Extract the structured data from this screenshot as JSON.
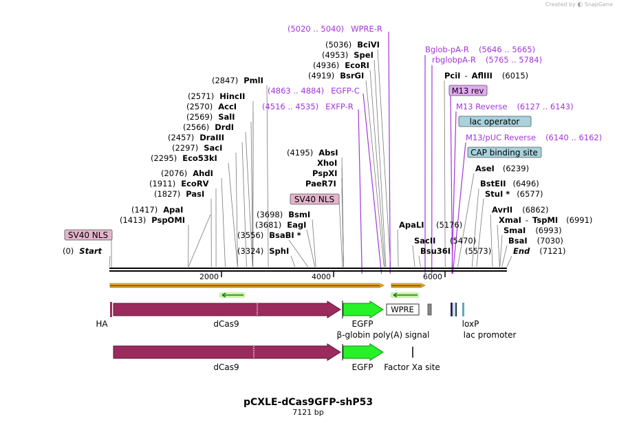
{
  "credit": {
    "prefix": "Created by",
    "logo_text": "SnapGene"
  },
  "map": {
    "title": "pCXLE-dCas9GFP-shP53",
    "subtitle": "7121 bp"
  },
  "ruler": {
    "total_bp": 7121,
    "tick_labels": [
      "2000",
      "4000",
      "6000"
    ],
    "tick_positions": [
      2000,
      4000,
      6000
    ]
  },
  "colors": {
    "site_text": "#000000",
    "primer_text": "#a234d9",
    "primer_line": "#a234d9",
    "cas9": "#9b2b5c",
    "egfp": "#27f227",
    "misc_feature": "#e5b4cc",
    "reg_feature": "#a8d2dc"
  },
  "sites": [
    {
      "name": "Start",
      "pos": "(0)",
      "bp": 0,
      "italic": true
    },
    {
      "name": "PspOMI",
      "pos": "(1413)",
      "bp": 1413
    },
    {
      "name": "ApaI",
      "pos": "(1417)",
      "bp": 1417
    },
    {
      "name": "PasI",
      "pos": "(1827)",
      "bp": 1827
    },
    {
      "name": "EcoRV",
      "pos": "(1911)",
      "bp": 1911
    },
    {
      "name": "AhdI",
      "pos": "(2076)",
      "bp": 2076
    },
    {
      "name": "Eco53kI",
      "pos": "(2295)",
      "bp": 2295
    },
    {
      "name": "SacI",
      "pos": "(2297)",
      "bp": 2297
    },
    {
      "name": "DraIII",
      "pos": "(2457)",
      "bp": 2457
    },
    {
      "name": "DrdI",
      "pos": "(2566)",
      "bp": 2566
    },
    {
      "name": "SalI",
      "pos": "(2569)",
      "bp": 2569
    },
    {
      "name": "AccI",
      "pos": "(2570)",
      "bp": 2570
    },
    {
      "name": "HincII",
      "pos": "(2571)",
      "bp": 2571
    },
    {
      "name": "PmlI",
      "pos": "(2847)",
      "bp": 2847
    },
    {
      "name": "SphI",
      "pos": "(3324)",
      "bp": 3324
    },
    {
      "name": "BsaBI *",
      "pos": "(3556)",
      "bp": 3556
    },
    {
      "name": "EagI",
      "pos": "(3681)",
      "bp": 3681
    },
    {
      "name": "BsmI",
      "pos": "(3698)",
      "bp": 3698
    },
    {
      "name": "PaeR7I",
      "pos": "",
      "bp": 4195
    },
    {
      "name": "PspXI",
      "pos": "",
      "bp": 4195
    },
    {
      "name": "XhoI",
      "pos": "",
      "bp": 4195
    },
    {
      "name": "AbsI",
      "pos": "(4195)",
      "bp": 4195
    },
    {
      "name": "BsrGI",
      "pos": "(4919)",
      "bp": 4919
    },
    {
      "name": "EcoRI",
      "pos": "(4936)",
      "bp": 4936
    },
    {
      "name": "SpeI",
      "pos": "(4953)",
      "bp": 4953
    },
    {
      "name": "BciVI",
      "pos": "(5036)",
      "bp": 5036
    },
    {
      "name": "ApaLI",
      "pos": "(5176)",
      "bp": 5176
    },
    {
      "name": "SacII",
      "pos": "(5470)",
      "bp": 5470
    },
    {
      "name": "Bsu36I",
      "pos": "(5573)",
      "bp": 5573
    },
    {
      "name": "PciI",
      "pos": "(6015)",
      "bp": 6015,
      "pair": "AflIII"
    },
    {
      "name": "AseI",
      "pos": "(6239)",
      "bp": 6239
    },
    {
      "name": "BstEII",
      "pos": "(6496)",
      "bp": 6496
    },
    {
      "name": "StuI *",
      "pos": "(6577)",
      "bp": 6577
    },
    {
      "name": "AvrII",
      "pos": "(6862)",
      "bp": 6862
    },
    {
      "name": "XmaI",
      "pos": "(6991)",
      "bp": 6991,
      "pair": "TspMI"
    },
    {
      "name": "SmaI",
      "pos": "(6993)",
      "bp": 6993
    },
    {
      "name": "BsaI",
      "pos": "(7030)",
      "bp": 7030
    },
    {
      "name": "End",
      "pos": "(7121)",
      "bp": 7121,
      "italic": true
    }
  ],
  "primers": [
    {
      "name": "WPRE-R",
      "range": "(5020 .. 5040)",
      "bp": 5030
    },
    {
      "name": "EGFP-C",
      "range": "(4863 .. 4884)",
      "bp": 4873
    },
    {
      "name": "EXFP-R",
      "range": "(4516 .. 4535)",
      "bp": 4525
    },
    {
      "name": "Bglob-pA-R",
      "range": "(5646 .. 5665)",
      "bp": 5655
    },
    {
      "name": "rbglobpA-R",
      "range": "(5765 .. 5784)",
      "bp": 5775
    },
    {
      "name": "M13 rev",
      "range": "",
      "bp": 6145,
      "boxed": true
    },
    {
      "name": "M13 Reverse",
      "range": "(6127 .. 6143)",
      "bp": 6135
    },
    {
      "name": "M13/pUC Reverse",
      "range": "(6140 .. 6162)",
      "bp": 6150
    }
  ],
  "feature_labels": {
    "sv40_a": "SV40 NLS",
    "sv40_b": "SV40 NLS",
    "lac_operator": "lac operator",
    "cap_site": "CAP binding site",
    "ha": "HA",
    "dcas9": "dCas9",
    "egfp": "EGFP",
    "wpre": "WPRE",
    "bglobin": "β-globin poly(A) signal",
    "loxp": "loxP",
    "lac_promoter": "lac promoter",
    "dcas9_b": "dCas9",
    "egfp_b": "EGFP",
    "factor_xa": "Factor Xa site"
  }
}
